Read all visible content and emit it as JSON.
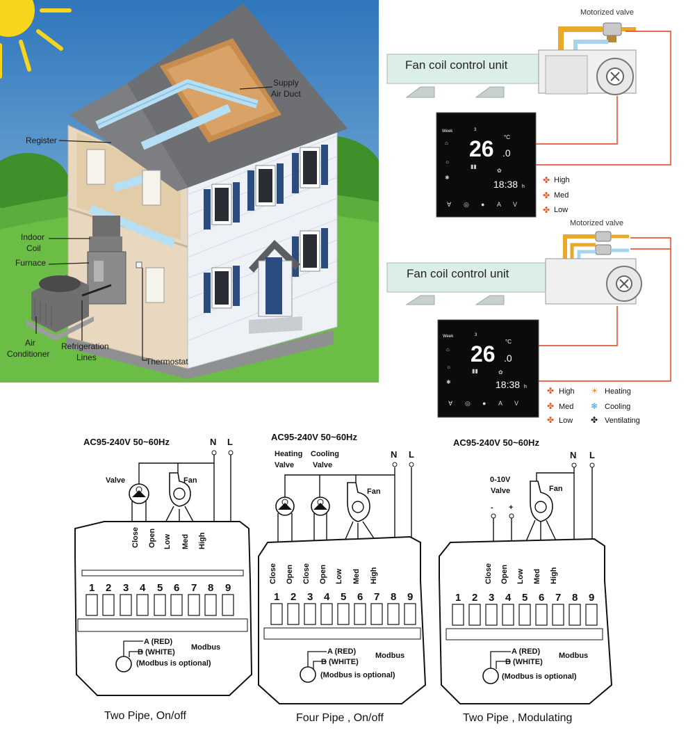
{
  "house": {
    "labels": {
      "supply_air_duct_1": "Supply",
      "supply_air_duct_2": "Air Duct",
      "register": "Register",
      "indoor_coil_1": "Indoor",
      "indoor_coil_2": "Coil",
      "furnace": "Furnace",
      "air_conditioner_1": "Air",
      "air_conditioner_2": "Conditioner",
      "refrigeration_lines_1": "Refrigeration",
      "refrigeration_lines_2": "Lines",
      "thermostat": "Thermostat"
    }
  },
  "two_pipe_system": {
    "valve_label": "Motorized valve",
    "unit_label": "Fan coil control unit",
    "thermostat": {
      "temperature": "26",
      "decimal": ".0",
      "unit": "°C",
      "time": "18:38",
      "time_suffix": "h",
      "mode": "Week",
      "day": "3"
    },
    "legend": [
      "High",
      "Med",
      "Low"
    ]
  },
  "four_pipe_system": {
    "valve_label": "Motorized valve",
    "unit_label": "Fan coil control unit",
    "thermostat": {
      "temperature": "26",
      "decimal": ".0",
      "unit": "°C",
      "time": "18:38",
      "time_suffix": "h",
      "mode": "Week",
      "day": "3"
    },
    "legend_fan": [
      "High",
      "Med",
      "Low"
    ],
    "legend_mode": [
      "Heating",
      "Cooling",
      "Ventilating"
    ]
  },
  "wiring": {
    "power": "AC95-240V  50~60Hz",
    "n": "N",
    "l": "L",
    "fan": "Fan",
    "terminals": [
      "1",
      "2",
      "3",
      "4",
      "5",
      "6",
      "7",
      "8",
      "9"
    ],
    "modbus": {
      "a": "A (RED)",
      "b": "B (WHITE)",
      "label": "Modbus",
      "note": "(Modbus is optional)"
    },
    "diagram1": {
      "caption": "Two Pipe, On/off",
      "valve": "Valve",
      "terminal_labels": [
        "Close",
        "Open",
        "Low",
        "Med",
        "High"
      ]
    },
    "diagram2": {
      "caption": "Four Pipe , On/off",
      "heating_valve_1": "Heating",
      "heating_valve_2": "Valve",
      "cooling_valve_1": "Cooling",
      "cooling_valve_2": "Valve",
      "terminal_labels": [
        "Close",
        "Open",
        "Close",
        "Open",
        "Low",
        "Med",
        "High"
      ]
    },
    "diagram3": {
      "caption": "Two Pipe , Modulating",
      "valve_1": "0-10V",
      "valve_2": "Valve",
      "minus": "-",
      "plus": "+",
      "terminal_labels": [
        "Close",
        "Open",
        "Low",
        "Med",
        "High"
      ]
    }
  },
  "colors": {
    "sky": "#3a86c8",
    "grass": "#5cae3c",
    "sun": "#f7d51c",
    "siding": "#eef2f6",
    "shutter": "#2b4c7e",
    "roof": "#6d6f72",
    "duct": "#b7dff4",
    "hot_pipe": "#e8a92a",
    "cold_pipe": "#a9d4ee",
    "wire": "#e23b1c",
    "screen": "#0b0b0b"
  }
}
